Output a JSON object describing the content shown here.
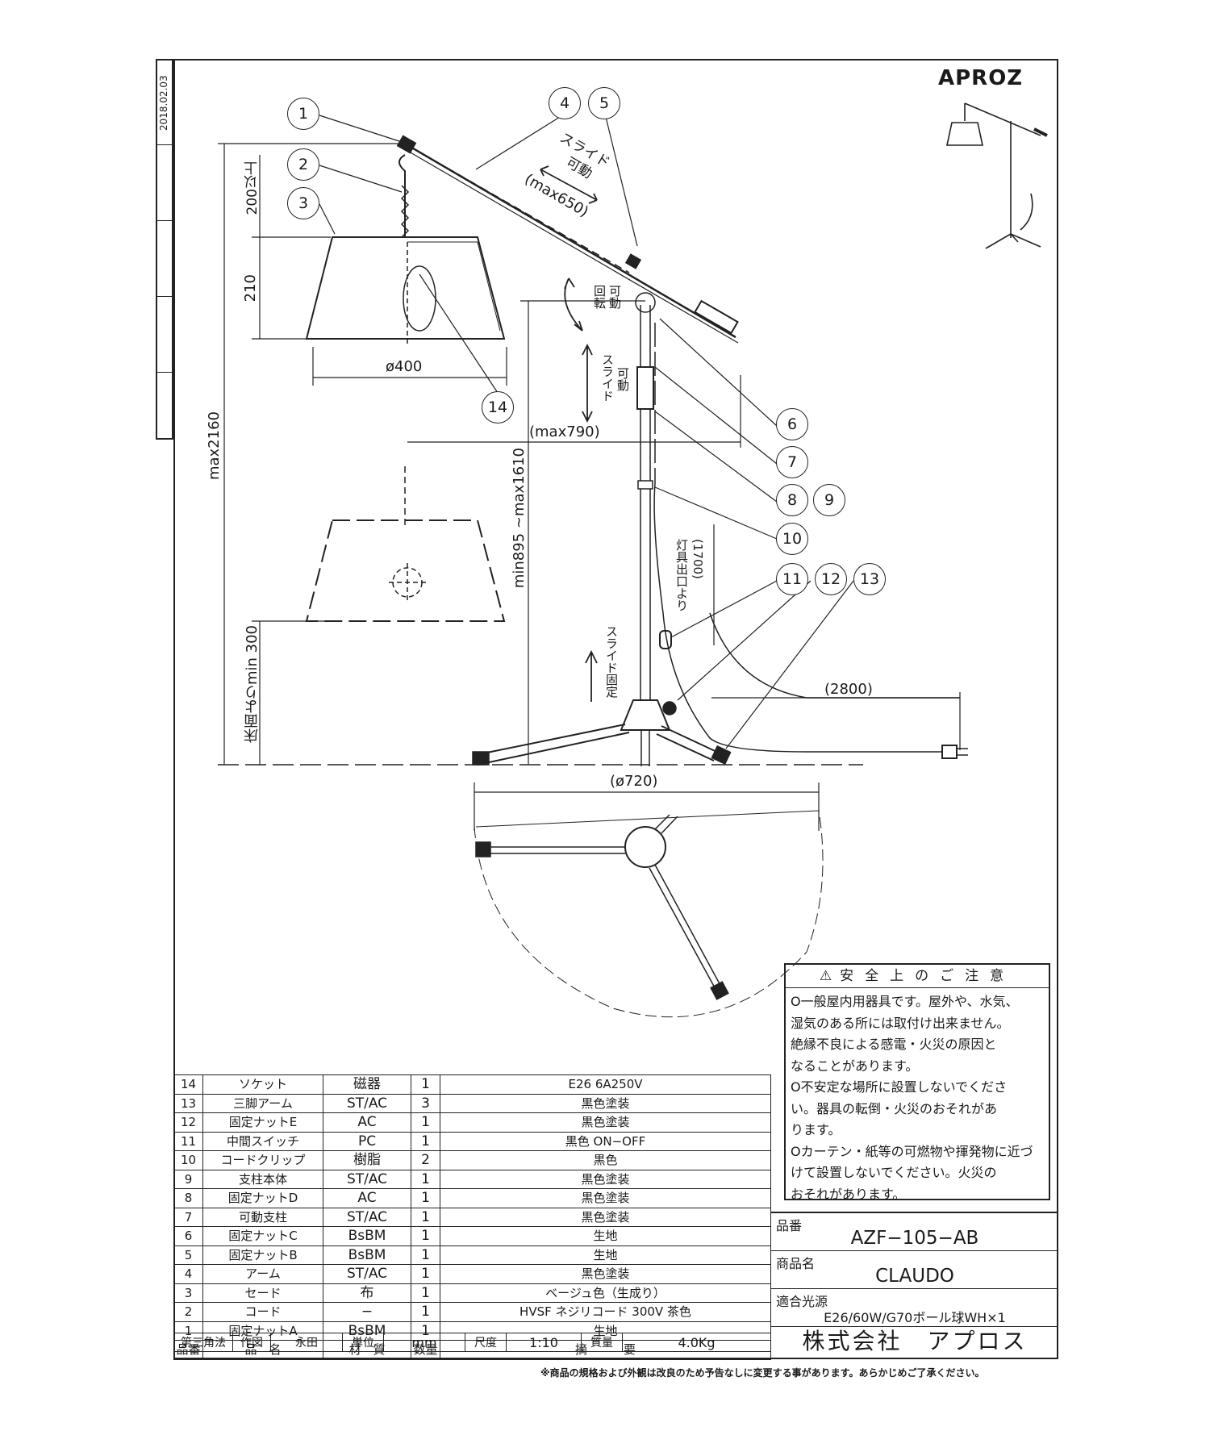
{
  "date": "2018.02.03",
  "brand": "APROZ",
  "callouts": [
    "1",
    "2",
    "3",
    "4",
    "5",
    "6",
    "7",
    "8",
    "9",
    "10",
    "11",
    "12",
    "13",
    "14"
  ],
  "dimensions": {
    "slide_arm_1": "スライド",
    "slide_arm_2": "可動",
    "arm_max": "(max650)",
    "rotate_1": "回転",
    "rotate_2": "可動",
    "slide_pole_1": "スライド",
    "slide_pole_2": "可動",
    "reach_max": "(max790)",
    "shade_dia": "ø400",
    "height_max": "max2160",
    "min_200": "200以上",
    "shade_h": "210",
    "pole_height": "min895 ~max1610",
    "floor_min": "床面よりmin 300",
    "cord_from_outlet_1": "灯具出口より",
    "cord_from_outlet_2": "(1700)",
    "cord_total": "(2800)",
    "slide_fix": "スライド固定",
    "base_dia": "(ø720)"
  },
  "parts": [
    {
      "no": "14",
      "name": "ソケット",
      "material": "磁器",
      "qty": "1",
      "note": "E26 6A250V"
    },
    {
      "no": "13",
      "name": "三脚アーム",
      "material": "ST/AC",
      "qty": "3",
      "note": "黒色塗装"
    },
    {
      "no": "12",
      "name": "固定ナットE",
      "material": "AC",
      "qty": "1",
      "note": "黒色塗装"
    },
    {
      "no": "11",
      "name": "中間スイッチ",
      "material": "PC",
      "qty": "1",
      "note": "黒色 ON−OFF"
    },
    {
      "no": "10",
      "name": "コードクリップ",
      "material": "樹脂",
      "qty": "2",
      "note": "黒色"
    },
    {
      "no": "9",
      "name": "支柱本体",
      "material": "ST/AC",
      "qty": "1",
      "note": "黒色塗装"
    },
    {
      "no": "8",
      "name": "固定ナットD",
      "material": "AC",
      "qty": "1",
      "note": "黒色塗装"
    },
    {
      "no": "7",
      "name": "可動支柱",
      "material": "ST/AC",
      "qty": "1",
      "note": "黒色塗装"
    },
    {
      "no": "6",
      "name": "固定ナットC",
      "material": "BsBM",
      "qty": "1",
      "note": "生地"
    },
    {
      "no": "5",
      "name": "固定ナットB",
      "material": "BsBM",
      "qty": "1",
      "note": "生地"
    },
    {
      "no": "4",
      "name": "アーム",
      "material": "ST/AC",
      "qty": "1",
      "note": "黒色塗装"
    },
    {
      "no": "3",
      "name": "セード",
      "material": "布",
      "qty": "1",
      "note": "ベージュ色（生成り）"
    },
    {
      "no": "2",
      "name": "コード",
      "material": "−",
      "qty": "1",
      "note": "HVSF ネジリコード 300V 茶色"
    },
    {
      "no": "1",
      "name": "固定ナットA",
      "material": "BsBM",
      "qty": "1",
      "note": "生地"
    }
  ],
  "parts_header": {
    "no": "品番",
    "name": "品　名",
    "material": "材　質",
    "qty": "数量",
    "note": "摘　　　要"
  },
  "info": {
    "projection": "第三角法",
    "drawn_label": "作図",
    "drawn_by": "永田",
    "unit_label": "単位",
    "unit": "mm",
    "scale_label": "尺度",
    "scale": "1:10",
    "weight_label": "質量",
    "weight": "4.0Kg"
  },
  "safety": {
    "title": "安全上のご注意",
    "lines": [
      "O一般屋内用器具です。屋外や、水気、",
      "湿気のある所には取付け出来ません。",
      "絶縁不良による感電・火災の原因と",
      "なることがあります。",
      "O不安定な場所に設置しないでくださ",
      "い。器具の転倒・火災のおそれがあ",
      "ります。",
      "Oカーテン・紙等の可燃物や揮発物に近づ",
      "けて設置しないでください。火災の",
      "おそれがあります。"
    ]
  },
  "product": {
    "code_label": "品番",
    "code": "AZF−105−AB",
    "name_label": "商品名",
    "name": "CLAUDO",
    "light_label": "適合光源",
    "light": "E26/60W/G70ボール球WH×1"
  },
  "company": "株式会社　アプロス",
  "footnote": "※商品の規格および外観は改良のため予告なしに変更する事があります。あらかじめご了承ください。"
}
